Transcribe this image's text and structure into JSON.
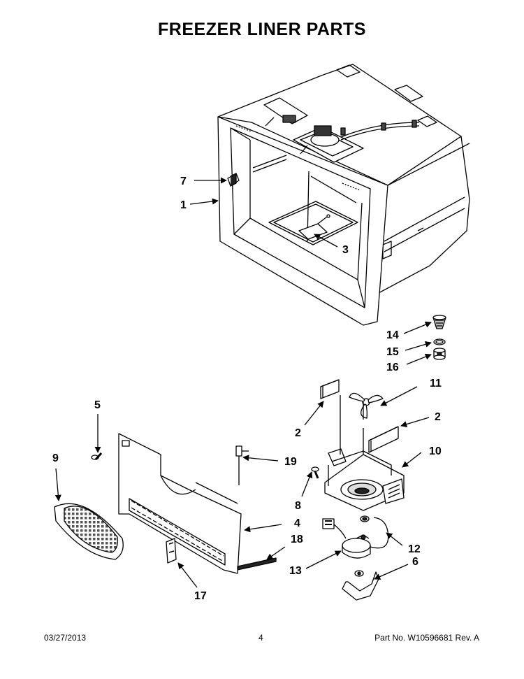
{
  "title": "FREEZER LINER PARTS",
  "callouts": [
    "7",
    "1",
    "3",
    "14",
    "15",
    "16",
    "11",
    "2",
    "2",
    "10",
    "5",
    "19",
    "9",
    "8",
    "4",
    "18",
    "12",
    "13",
    "6",
    "17"
  ],
  "footer": {
    "date": "03/27/2013",
    "page": "4",
    "part": "Part No.  W10596681  Rev.  A"
  }
}
